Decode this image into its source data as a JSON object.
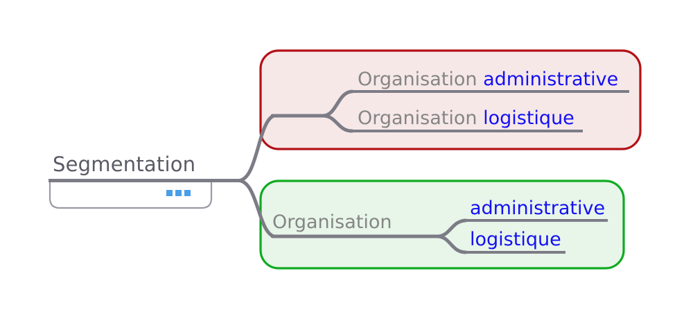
{
  "diagram": {
    "type": "mind-map",
    "title": "Segmentation",
    "root": {
      "label": "Segmentation",
      "more_indicator": "three-dots",
      "dots_count": 3
    },
    "branches": [
      {
        "id": "branch-pink",
        "accent_color": "#b21217",
        "fill_color": "#f7e8e8",
        "label": "",
        "items": [
          {
            "prefix": "Organisation",
            "keyword": "administrative"
          },
          {
            "prefix": "Organisation",
            "keyword": "logistique"
          }
        ]
      },
      {
        "id": "branch-green",
        "accent_color": "#10ab22",
        "fill_color": "#e8f5e9",
        "label": "Organisation",
        "items": [
          {
            "prefix": "",
            "keyword": "administrative"
          },
          {
            "prefix": "",
            "keyword": "logistique"
          }
        ]
      }
    ],
    "colors": {
      "root_text": "#5a5a66",
      "prefix_text": "#858585",
      "keyword_text": "#1310f5",
      "connector": "#7c7c86",
      "dot": "#4a9ee8"
    }
  }
}
